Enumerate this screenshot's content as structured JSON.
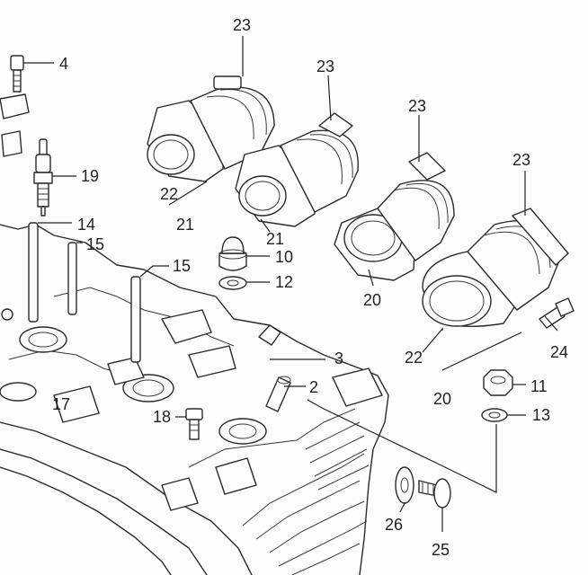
{
  "callouts": [
    {
      "id": "c23a",
      "text": "23"
    },
    {
      "id": "c23b",
      "text": "23"
    },
    {
      "id": "c23c",
      "text": "23"
    },
    {
      "id": "c23d",
      "text": "23"
    },
    {
      "id": "c4",
      "text": "4"
    },
    {
      "id": "c19",
      "text": "19"
    },
    {
      "id": "c14",
      "text": "14"
    },
    {
      "id": "c15a",
      "text": "15"
    },
    {
      "id": "c15b",
      "text": "15"
    },
    {
      "id": "c22a",
      "text": "22"
    },
    {
      "id": "c21a",
      "text": "21"
    },
    {
      "id": "c21b",
      "text": "21"
    },
    {
      "id": "c10",
      "text": "10"
    },
    {
      "id": "c12",
      "text": "12"
    },
    {
      "id": "c20a",
      "text": "20"
    },
    {
      "id": "c22b",
      "text": "22"
    },
    {
      "id": "c20b",
      "text": "20"
    },
    {
      "id": "c24",
      "text": "24"
    },
    {
      "id": "c11",
      "text": "11"
    },
    {
      "id": "c13",
      "text": "13"
    },
    {
      "id": "c3",
      "text": "3"
    },
    {
      "id": "c2",
      "text": "2"
    },
    {
      "id": "c17",
      "text": "17"
    },
    {
      "id": "c18",
      "text": "18"
    },
    {
      "id": "c26",
      "text": "26"
    },
    {
      "id": "c25",
      "text": "25"
    }
  ]
}
